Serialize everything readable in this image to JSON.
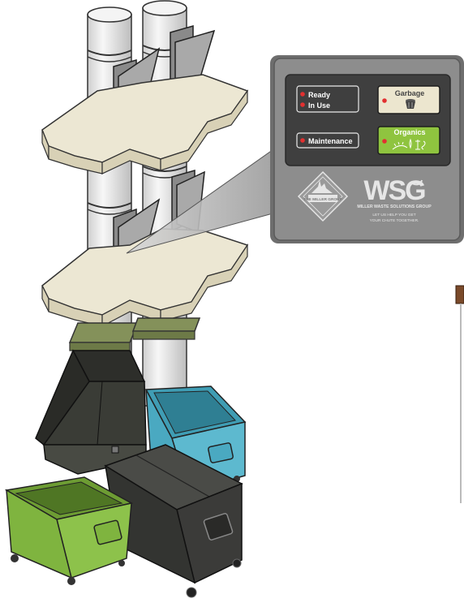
{
  "panel": {
    "status": {
      "ready": "Ready",
      "in_use": "In Use",
      "maintenance": "Maintenance"
    },
    "buttons": {
      "garbage": "Garbage",
      "organics": "Organics"
    },
    "logos": {
      "miller_group": "THE MILLER GROUP",
      "wsg_mark": "WSG",
      "wsg_name": "MILLER WASTE SOLUTIONS GROUP",
      "tagline_1": "LET US HELP YOU GET",
      "tagline_2": "YOUR CHUTE TOGETHER."
    },
    "colors": {
      "panel": "#8d8d8d",
      "screen": "#3f3f3f",
      "garbage_button": "#ece6cf",
      "organics_button": "#8fc43f",
      "led": "#e23030"
    }
  },
  "colors": {
    "floor_slab": "#ece7d3",
    "chute": "#eeeeee",
    "hopper": "#3a3c36",
    "collar": "#84915a",
    "green_bin": "#8dc24b",
    "blue_bin": "#5db9cf",
    "black_bin": "#3b3b39"
  }
}
